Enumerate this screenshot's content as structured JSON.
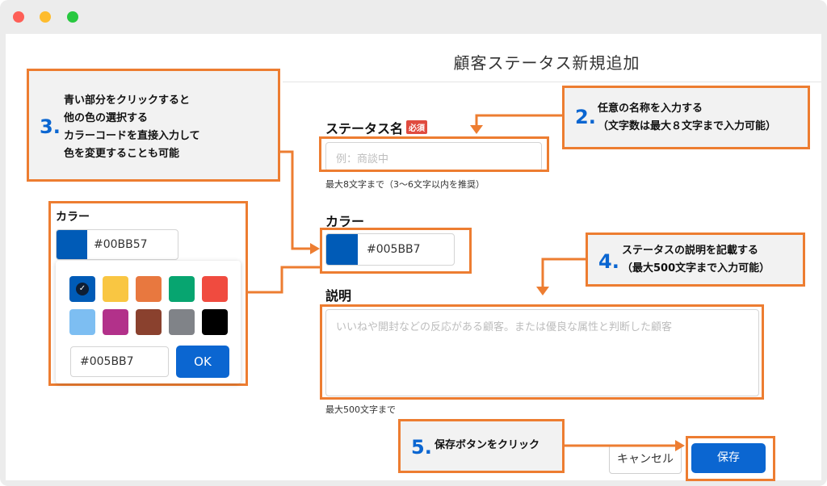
{
  "window": {
    "controls": [
      "close",
      "minimize",
      "zoom"
    ]
  },
  "header": {
    "title": "顧客ステータス新規追加"
  },
  "form": {
    "status_name": {
      "label": "ステータス名",
      "required_badge": "必須",
      "placeholder": "例：商談中",
      "hint": "最大8文字まで（3〜6文字以内を推奨）"
    },
    "color": {
      "label": "カラー",
      "value": "#005BB7",
      "swatch_color": "#005BB7"
    },
    "description": {
      "label": "説明",
      "placeholder": "いいねや開封などの反応がある顧客。または優良な属性と判断した顧客",
      "hint": "最大500文字まで"
    }
  },
  "actions": {
    "cancel_label": "キャンセル",
    "save_label": "保存"
  },
  "picker_inset": {
    "label": "カラー",
    "current_value": "#00BB57",
    "current_swatch": "#005BB7",
    "palette": [
      {
        "color": "#005BB7",
        "selected": true
      },
      {
        "color": "#F9C642",
        "selected": false
      },
      {
        "color": "#E8783F",
        "selected": false
      },
      {
        "color": "#07A570",
        "selected": false
      },
      {
        "color": "#F04B3F",
        "selected": false
      },
      {
        "color": "#7DBEF2",
        "selected": false
      },
      {
        "color": "#B2318A",
        "selected": false
      },
      {
        "color": "#8A412E",
        "selected": false
      },
      {
        "color": "#808388",
        "selected": false
      },
      {
        "color": "#000000",
        "selected": false
      }
    ],
    "hex_input_value": "#005BB7",
    "ok_label": "OK"
  },
  "annotations": [
    {
      "number": "3.",
      "lines": [
        "青い部分をクリックすると",
        "他の色の選択する",
        "カラーコードを直接入力して",
        "色を変更することも可能"
      ]
    },
    {
      "number": "2.",
      "lines": [
        "任意の名称を入力する",
        "（文字数は最大８文字まで入力可能）"
      ]
    },
    {
      "number": "4.",
      "lines": [
        "ステータスの説明を記載する",
        "（最大500文字まで入力可能）"
      ]
    },
    {
      "number": "5.",
      "lines": [
        "保存ボタンをクリック"
      ]
    }
  ],
  "colors": {
    "accent_orange": "#ED7D31",
    "primary_blue": "#0B66D1",
    "required_red": "#E04B3F",
    "callout_bg": "#F2F2F2"
  }
}
